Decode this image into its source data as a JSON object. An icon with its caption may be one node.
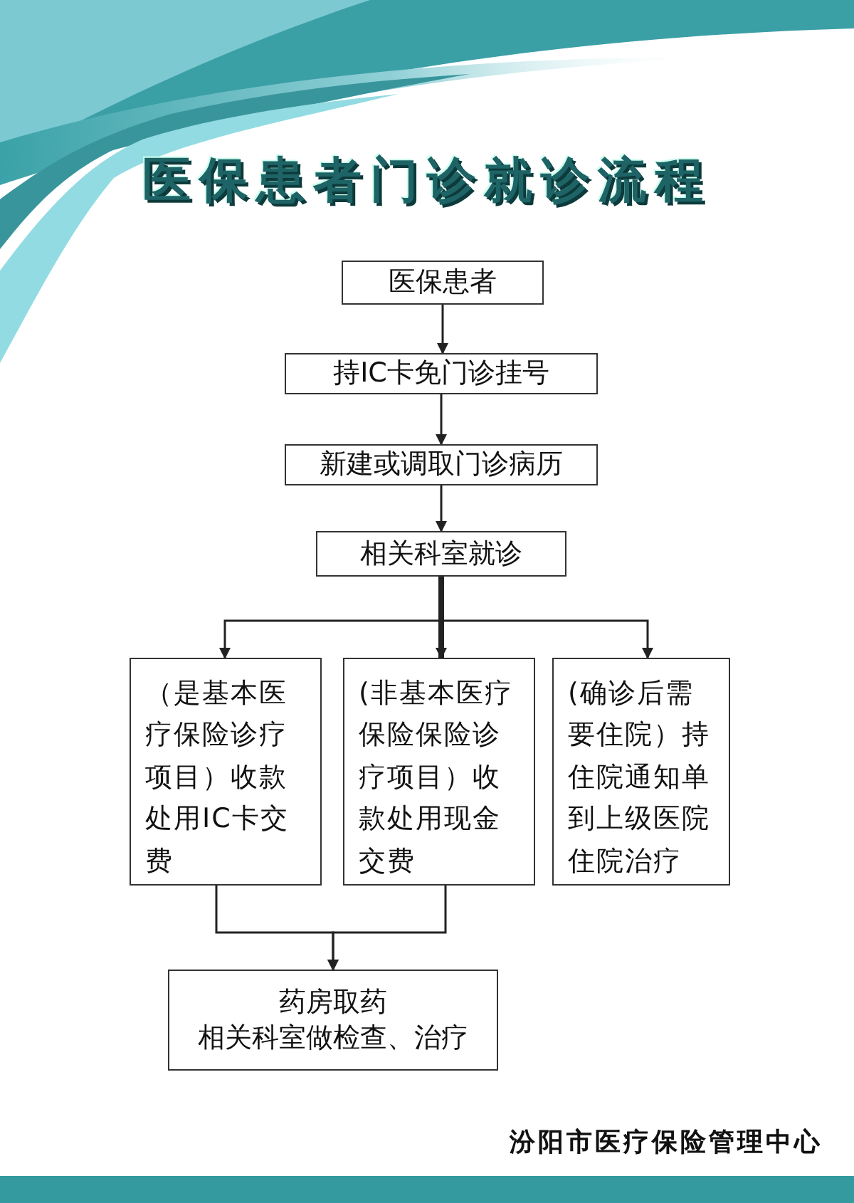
{
  "diagram": {
    "title": "医保患者门诊就诊流程",
    "nodes": [
      {
        "text": [
          "医保患者"
        ]
      },
      {
        "text": [
          "持IC卡免门诊挂号"
        ]
      },
      {
        "text": [
          "新建或调取门诊病历"
        ]
      },
      {
        "text": [
          "相关科室就诊"
        ]
      },
      {
        "text": [
          "（是基本医疗保险诊疗项目）收款处用IC卡交费"
        ]
      },
      {
        "text": [
          "(非基本医疗保险保险诊疗项目）收款处用现金交费"
        ]
      },
      {
        "text": [
          "(确诊后需要住院）持住院通知单到上级医院住院治疗"
        ]
      },
      {
        "text": [
          "药房取药",
          "相关科室做检查、治疗"
        ]
      }
    ],
    "edges": [
      {
        "from": 0,
        "to": 1,
        "arrow": "to"
      },
      {
        "from": 1,
        "to": 2,
        "arrow": "to"
      },
      {
        "from": 2,
        "to": 3,
        "arrow": "to"
      },
      {
        "from": 3,
        "to": 4,
        "arrow": "to"
      },
      {
        "from": 3,
        "to": 5,
        "arrow": "to",
        "style": "thick"
      },
      {
        "from": 3,
        "to": 6,
        "arrow": "to"
      },
      {
        "from": 4,
        "to": 7,
        "arrow": "to"
      },
      {
        "from": 5,
        "to": 7,
        "arrow": "to"
      }
    ],
    "labels": [
      "汾阳市医疗保险管理中心"
    ]
  }
}
